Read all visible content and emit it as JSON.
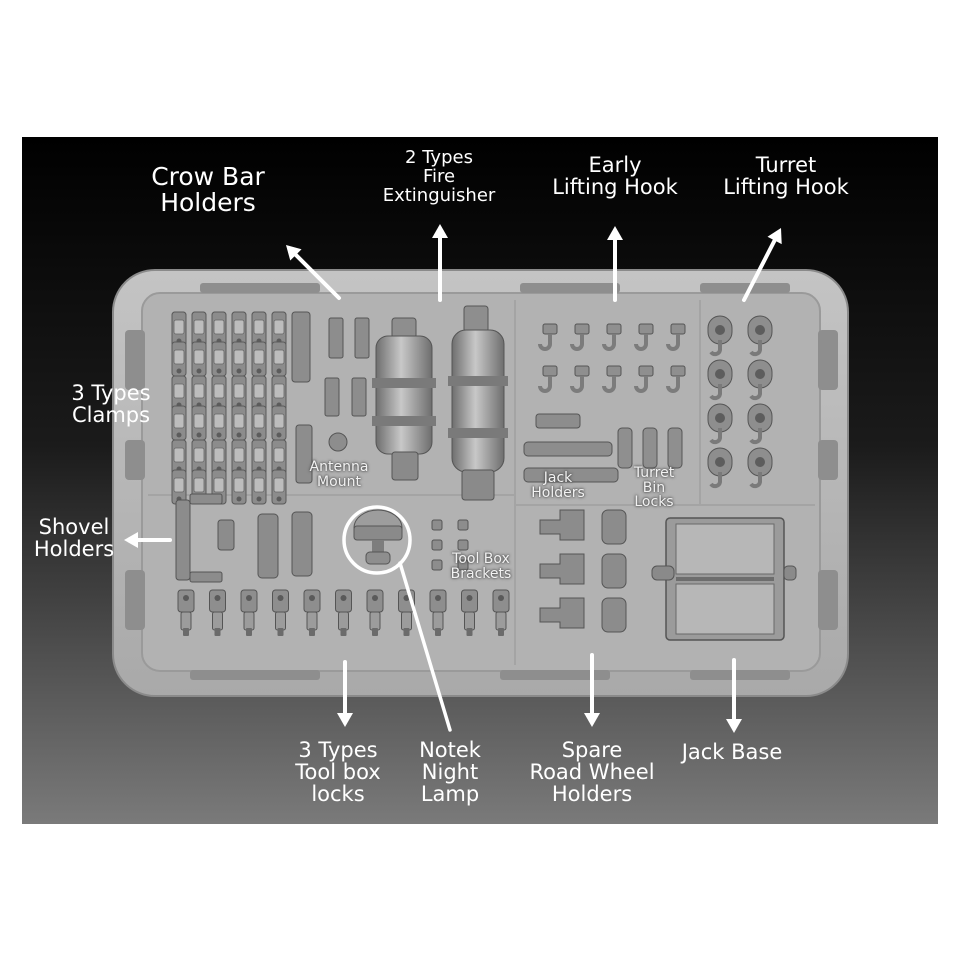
{
  "labels": {
    "crow_bar": [
      "Crow Bar",
      "Holders"
    ],
    "fire_ext": [
      "2 Types",
      "Fire",
      "Extinguisher"
    ],
    "early_hook": [
      "Early",
      "Lifting Hook"
    ],
    "turret_hook": [
      "Turret",
      "Lifting Hook"
    ],
    "clamps": [
      "3 Types",
      "Clamps"
    ],
    "shovel": [
      "Shovel",
      "Holders"
    ],
    "antenna": [
      "Antenna",
      "Mount"
    ],
    "jack_holders": [
      "Jack",
      "Holders"
    ],
    "turret_bin": [
      "Turret",
      "Bin",
      "Locks"
    ],
    "tool_box_brackets": [
      "Tool Box",
      "Brackets"
    ],
    "tool_box_locks": [
      "3 Types",
      "Tool box",
      "locks"
    ],
    "notek": [
      "Notek",
      "Night",
      "Lamp"
    ],
    "road_wheel": [
      "Spare",
      "Road Wheel",
      "Holders"
    ],
    "jack_base": [
      "Jack Base"
    ]
  },
  "colors": {
    "background_top": "#000000",
    "background_bottom": "#7a7a7a",
    "tray": "#b9b9b9",
    "parts": "#9a9a9a",
    "label": "#ffffff",
    "arrow": "#ffffff"
  }
}
